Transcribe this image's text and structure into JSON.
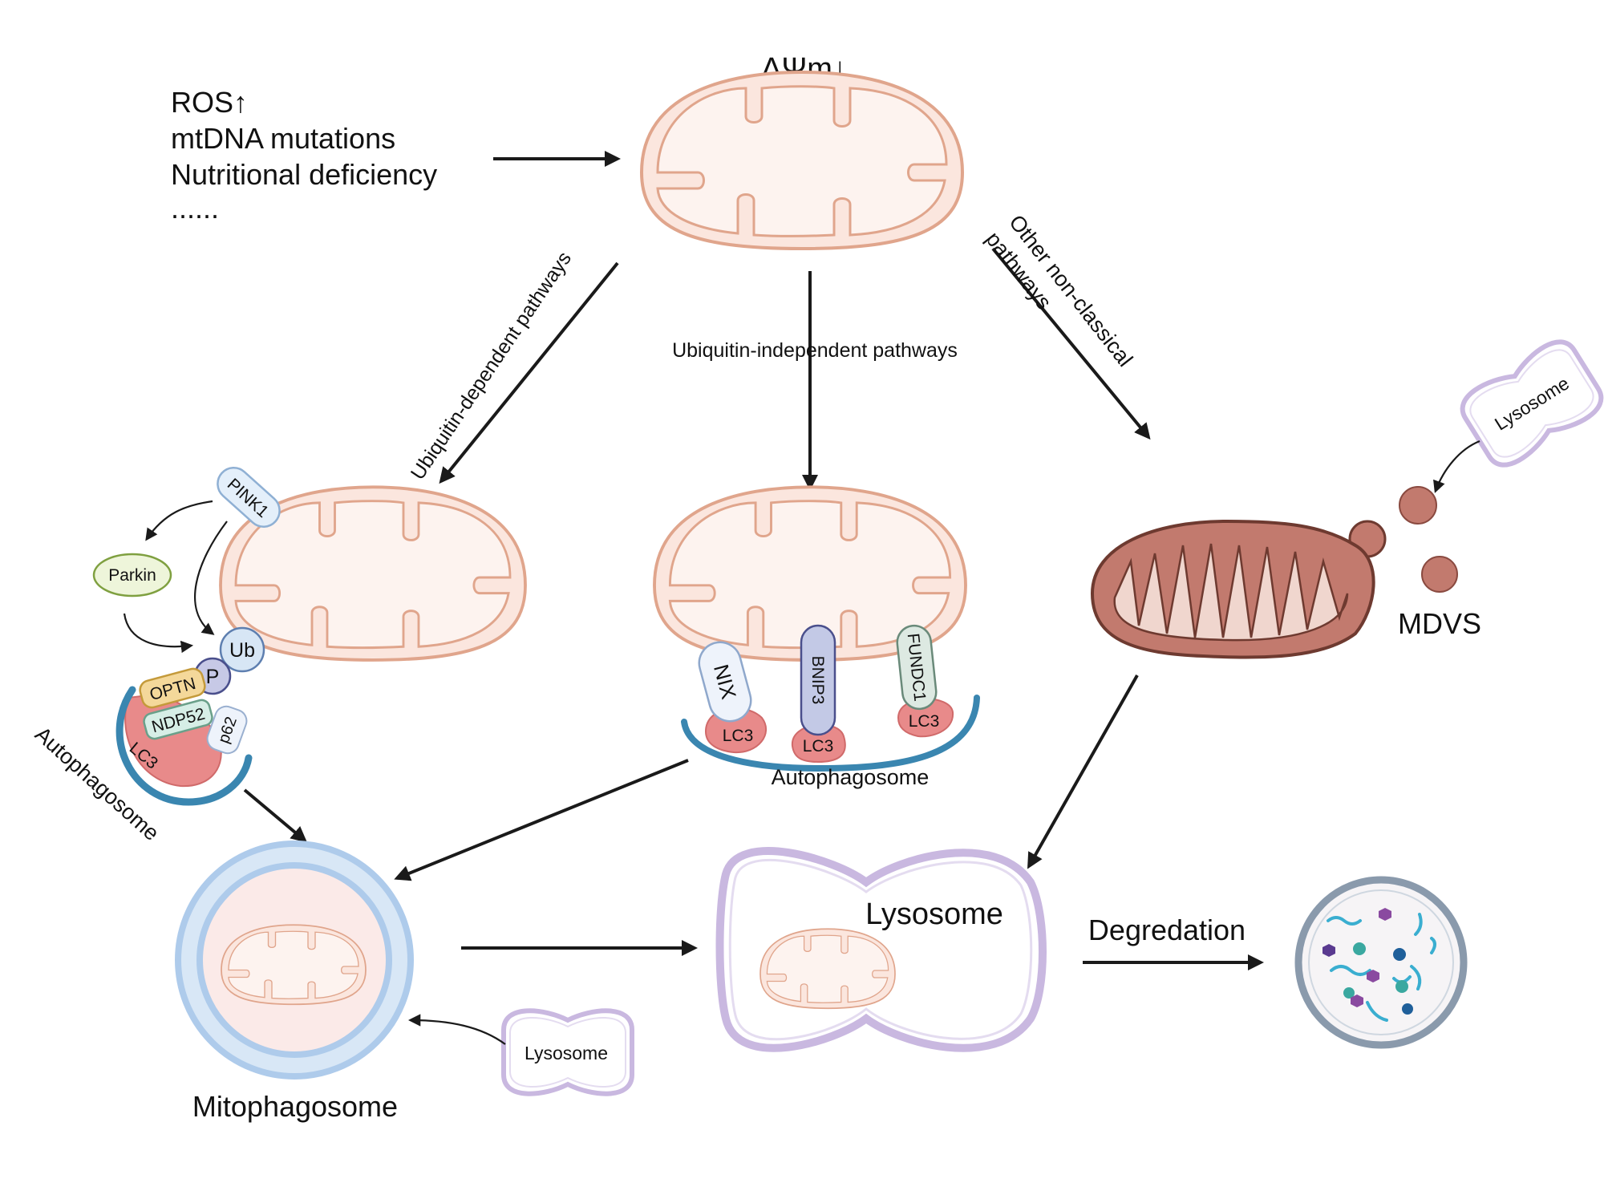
{
  "stressors": {
    "ros": "ROS↑",
    "mtdna": "mtDNA mutations",
    "nutrition": "Nutritional deficiency",
    "ellipsis": "......"
  },
  "membrane_potential": "ΔΨm↓",
  "pathways": {
    "ub_dependent": "Ubiquitin-dependent pathways",
    "ub_independent": "Ubiquitin-independent pathways",
    "non_classical_line1": "Other non-classical",
    "non_classical_line2": "pathways"
  },
  "proteins": {
    "pink1": "PINK1",
    "parkin": "Parkin",
    "ub": "Ub",
    "p": "P",
    "optn": "OPTN",
    "ndp52": "NDP52",
    "p62": "p62",
    "lc3": "LC3",
    "nix": "NIX",
    "bnip3": "BNIP3",
    "fundc1": "FUNDC1"
  },
  "labels": {
    "autophagosome_left": "Autophagosome",
    "autophagosome_mid": "Autophagosome",
    "lysosome_small_right": "Lysosome",
    "lysosome_small_bottom": "Lysosome",
    "mdvs": "MDVS",
    "mitophagosome": "Mitophagosome",
    "lysosome_main": "Lysosome",
    "degradation": "Degredation"
  },
  "colors": {
    "mito_membrane": "#e0a58c",
    "mito_fill": "#fbe6de",
    "lysosome_membrane": "#c9b8e0",
    "autophagosome_membrane": "#3a86b0",
    "lc3": "#e88a8a",
    "damaged_mito": "#c27a6e"
  }
}
